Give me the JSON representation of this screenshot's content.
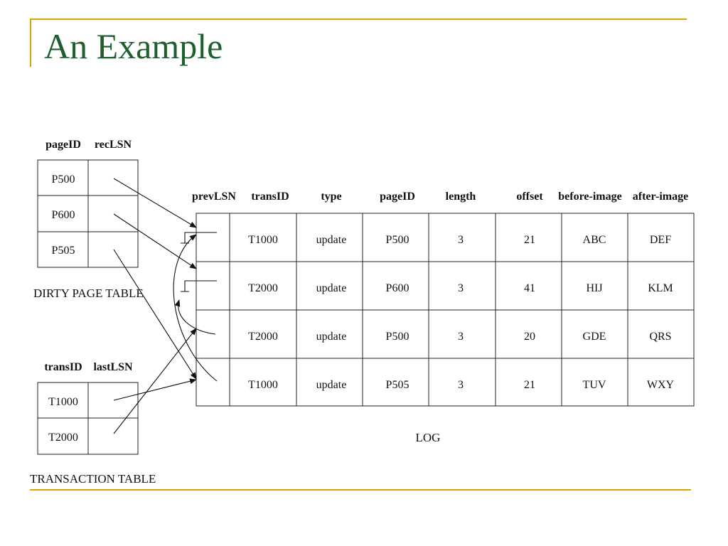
{
  "slide": {
    "title": "An Example"
  },
  "dirty_page_table": {
    "columns": [
      "pageID",
      "recLSN"
    ],
    "rows": [
      [
        "P500",
        ""
      ],
      [
        "P600",
        ""
      ],
      [
        "P505",
        ""
      ]
    ],
    "caption": "DIRTY PAGE TABLE"
  },
  "transaction_table": {
    "columns": [
      "transID",
      "lastLSN"
    ],
    "rows": [
      [
        "T1000",
        ""
      ],
      [
        "T2000",
        ""
      ]
    ],
    "caption": "TRANSACTION TABLE"
  },
  "log": {
    "columns": [
      "prevLSN",
      "transID",
      "type",
      "pageID",
      "length",
      "offset",
      "before-image",
      "after-image"
    ],
    "rows": [
      [
        "",
        "T1000",
        "update",
        "P500",
        "3",
        "21",
        "ABC",
        "DEF"
      ],
      [
        "",
        "T2000",
        "update",
        "P600",
        "3",
        "41",
        "HIJ",
        "KLM"
      ],
      [
        "",
        "T2000",
        "update",
        "P500",
        "3",
        "20",
        "GDE",
        "QRS"
      ],
      [
        "",
        "T1000",
        "update",
        "P505",
        "3",
        "21",
        "TUV",
        "WXY"
      ]
    ],
    "caption": "LOG"
  },
  "colors": {
    "title": "#1f5f2e",
    "accent_rule": "#d9a300"
  }
}
